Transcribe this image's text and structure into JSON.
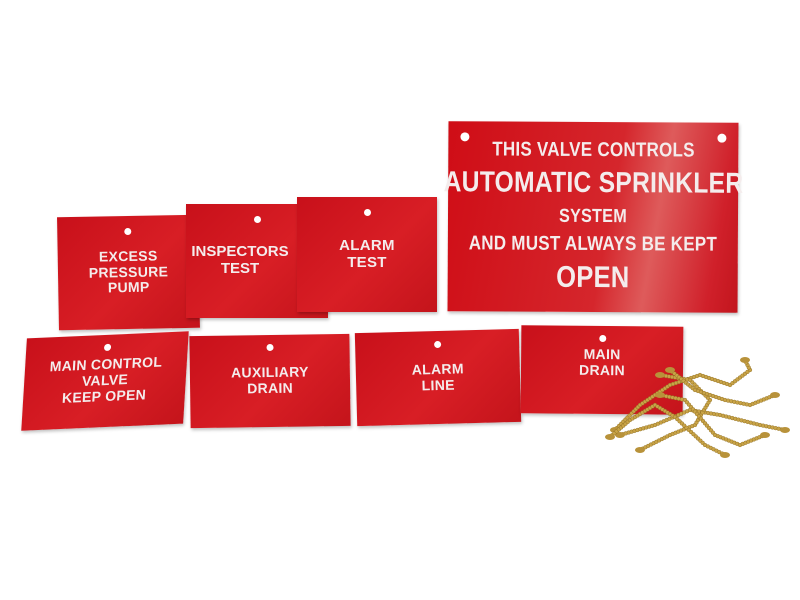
{
  "big_sign": {
    "lines": [
      "THIS VALVE CONTROLS",
      "AUTOMATIC SPRINKLER",
      "SYSTEM",
      "AND MUST ALWAYS BE KEPT",
      "OPEN"
    ]
  },
  "tags": [
    {
      "lines": [
        "EXCESS",
        "PRESSURE",
        "PUMP"
      ]
    },
    {
      "lines": [
        "INSPECTORS",
        "TEST"
      ]
    },
    {
      "lines": [
        "ALARM",
        "TEST"
      ]
    },
    {
      "lines": [
        "MAIN CONTROL",
        "VALVE",
        "KEEP OPEN"
      ]
    },
    {
      "lines": [
        "AUXILIARY",
        "DRAIN"
      ]
    },
    {
      "lines": [
        "ALARM",
        "LINE"
      ]
    },
    {
      "lines": [
        "MAIN",
        "DRAIN"
      ]
    }
  ],
  "colors": {
    "tag_red": "#d21a22",
    "text": "#f4ecec",
    "chain_brass": "#c9a447"
  }
}
